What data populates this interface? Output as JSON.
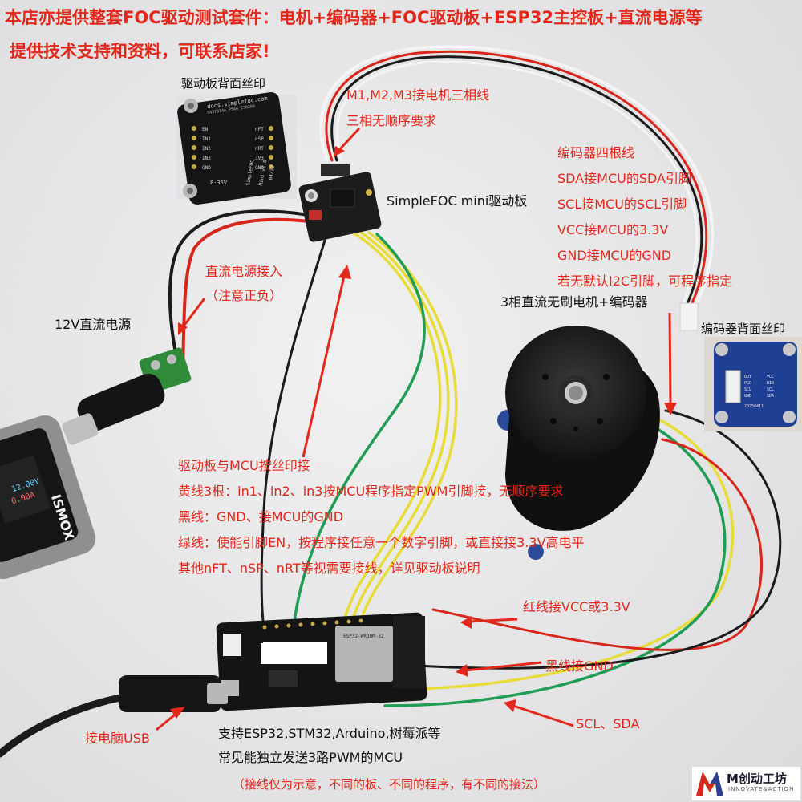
{
  "header": {
    "line1": "本店亦提供整套FOC驱动测试套件：电机+编码器+FOC驱动板+ESP32主控板+直流电源等",
    "line2": "提供技术支持和资料，可联系店家!"
  },
  "board_back_silk": {
    "title": "驱动板背面丝印",
    "site": "docs.simplefoc.com",
    "part": "S437314A_P544_250200",
    "pins_left": [
      "EN",
      "IN1",
      "IN2",
      "IN3",
      "GND"
    ],
    "pins_right": [
      "nFT",
      "nSP",
      "nRT",
      "3V3",
      "GND"
    ],
    "name": "SimpleFOC",
    "model": "Mini v1.0",
    "date": "04/22",
    "voltage": "8-35V"
  },
  "notes": {
    "motor_phase_1": "M1,M2,M3接电机三相线",
    "motor_phase_2": "三相无顺序要求",
    "driver_name": "SimpleFOC mini驱动板",
    "encoder_title": "编码器四根线",
    "encoder_sda": "SDA接MCU的SDA引脚",
    "encoder_scl": "SCL接MCU的SCL引脚",
    "encoder_vcc": "VCC接MCU的3.3V",
    "encoder_gnd": "GND接MCU的GND",
    "encoder_i2c": "若无默认I2C引脚，可程序指定",
    "motor_name": "3相直流无刷电机+编码器",
    "encoder_back": "编码器背面丝印",
    "dc_in_1": "直流电源接入",
    "dc_in_2": "（注意正负）",
    "psu": "12V直流电源",
    "wire_title": "驱动板与MCU按丝印接",
    "wire_yellow": "黄线3根：in1、in2、in3按MCU程序指定PWM引脚接，无顺序要求",
    "wire_black": "黑线：GND、接MCU的GND",
    "wire_green": "绿线：使能引脚EN，按程序接任意一个数字引脚，或直接接3.3V高电平",
    "wire_other": "其他nFT、nSP、nRT等视需要接线，详见驱动板说明",
    "red_wire": "红线接VCC或3.3V",
    "black_wire": "黑线接GND",
    "scl_sda": "SCL、SDA",
    "usb": "接电脑USB",
    "support_1": "支持ESP32,STM32,Arduino,树莓派等",
    "support_2": "常见能独立发送3路PWM的MCU",
    "disclaimer": "（接线仅为示意，不同的板、不同的程序，有不同的接法）"
  },
  "encoder_silk": {
    "left": [
      "OUT",
      "PGO",
      "SCL",
      "GND"
    ],
    "right": [
      "VCC",
      "DIR",
      "SCL",
      "SDA"
    ],
    "date": "20250411"
  },
  "meter": {
    "brand": "ISMOX",
    "line1": "12.00V",
    "line2": "0.00A"
  },
  "esp32": {
    "module": "ESP32-WROOM-32"
  },
  "logo": {
    "name": "M创动工坊",
    "sub": "INNOVATE&ACTION"
  },
  "colors": {
    "annotation_red": "#e3271a",
    "wire_yellow": "#e8dc3a",
    "wire_green": "#1f9d55",
    "wire_red": "#d8261c",
    "wire_black": "#1b1b1b"
  }
}
